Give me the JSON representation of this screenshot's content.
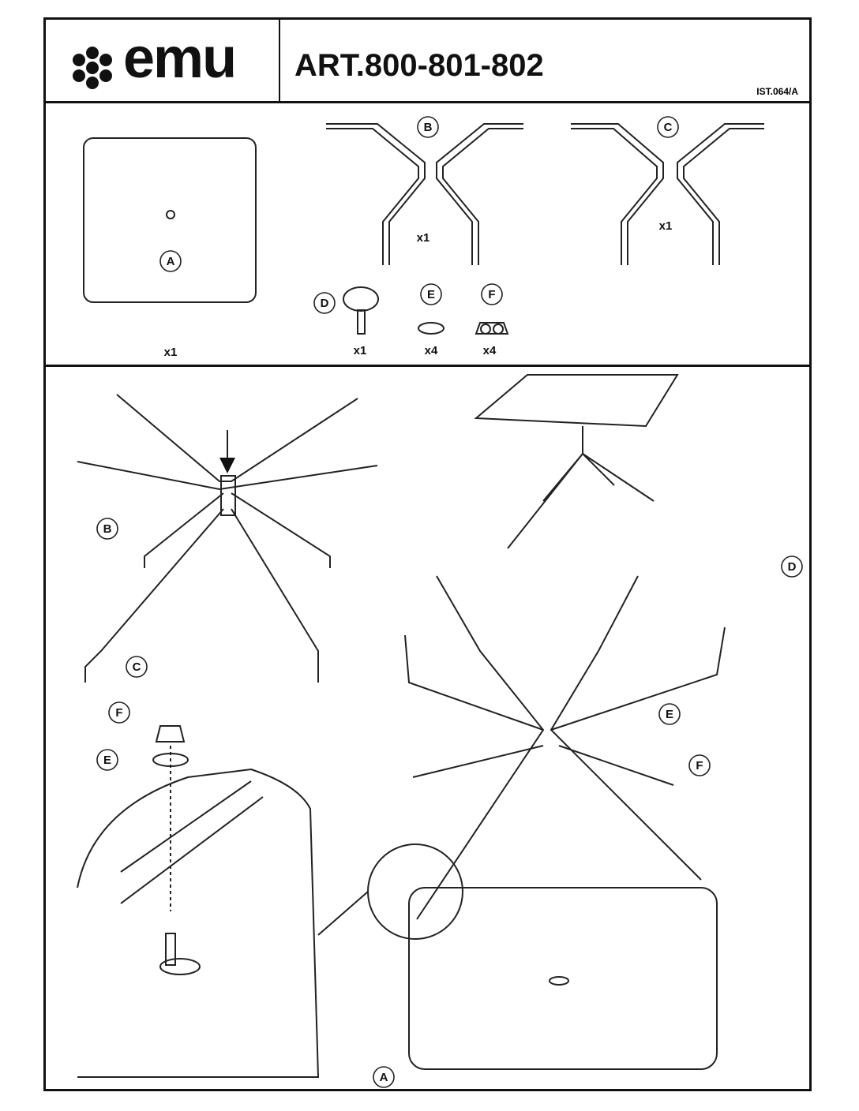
{
  "header": {
    "brand": "emu",
    "title": "ART.800-801-802",
    "doc_code": "IST.064/A"
  },
  "parts": [
    {
      "label": "A",
      "qty": "x1"
    },
    {
      "label": "B",
      "qty": "x1"
    },
    {
      "label": "C",
      "qty": "x1"
    },
    {
      "label": "D",
      "qty": "x1"
    },
    {
      "label": "E",
      "qty": "x4"
    },
    {
      "label": "F",
      "qty": "x4"
    }
  ],
  "assembly_callouts": {
    "b": "B",
    "c": "C",
    "f1": "F",
    "e1": "E",
    "d": "D",
    "e2": "E",
    "f2": "F",
    "a": "A"
  }
}
